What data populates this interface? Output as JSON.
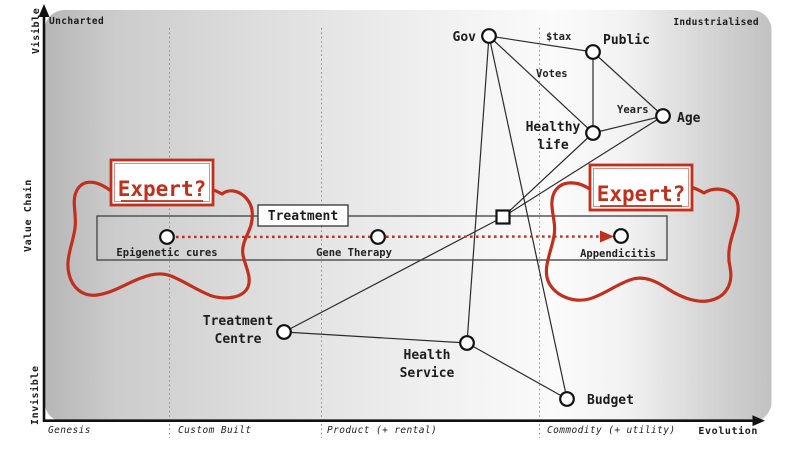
{
  "frame": {
    "top_left": "Uncharted",
    "top_right": "Industrialised",
    "y_axis": {
      "label": "Value Chain",
      "top": "Visible",
      "bottom": "Invisible"
    },
    "x_axis": {
      "label": "Evolution",
      "stages": [
        "Genesis",
        "Custom Built",
        "Product (+ rental)",
        "Commodity (+ utility)"
      ]
    }
  },
  "nodes": {
    "gov": "Gov",
    "public": "Public",
    "healthy_life": [
      "Healthy",
      "life"
    ],
    "age": "Age",
    "treatment_centre": [
      "Treatment",
      "Centre"
    ],
    "health_service": [
      "Health",
      "Service"
    ],
    "budget": "Budget"
  },
  "edge_labels": {
    "tax": "$tax",
    "votes": "Votes",
    "years": "Years"
  },
  "pipeline": {
    "label": "Treatment",
    "items": [
      "Epigenetic cures",
      "Gene Therapy",
      "Appendicitis"
    ]
  },
  "annotations": {
    "expert_left": "Expert?",
    "expert_right": "Expert?"
  },
  "colors": {
    "annotation_red": "#c0301c",
    "edge": "#2b2b2b",
    "axis": "#111111"
  }
}
